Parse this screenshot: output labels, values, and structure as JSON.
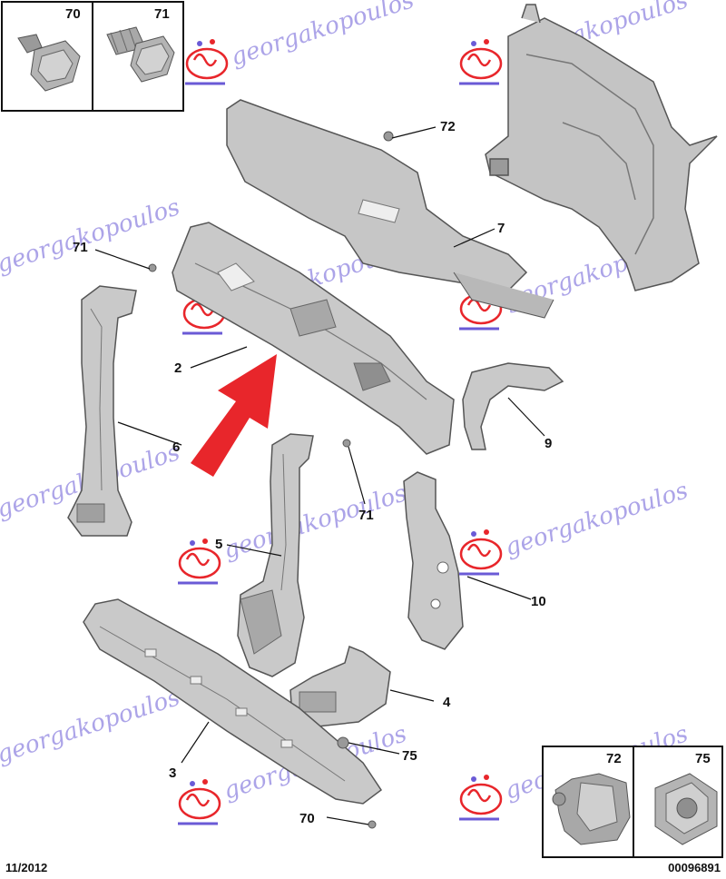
{
  "diagram": {
    "part_labels": {
      "p70_top": "70",
      "p71_top": "71",
      "p72": "72",
      "p7": "7",
      "p71_a": "71",
      "p2": "2",
      "p6": "6",
      "p9": "9",
      "p71_b": "71",
      "p5": "5",
      "p10": "10",
      "p4": "4",
      "p3": "3",
      "p75": "75",
      "p70_bottom": "70",
      "p72_inset": "72",
      "p75_inset": "75"
    },
    "watermark": "georgakopoulos",
    "footer": {
      "date": "11/2012",
      "reference": "00096891"
    },
    "colors": {
      "part_fill": "#c9c9c9",
      "part_dark": "#8f8f8f",
      "arrow": "#e8262b",
      "watermark": "#6a5ad6",
      "logo_red": "#e8262b"
    }
  }
}
